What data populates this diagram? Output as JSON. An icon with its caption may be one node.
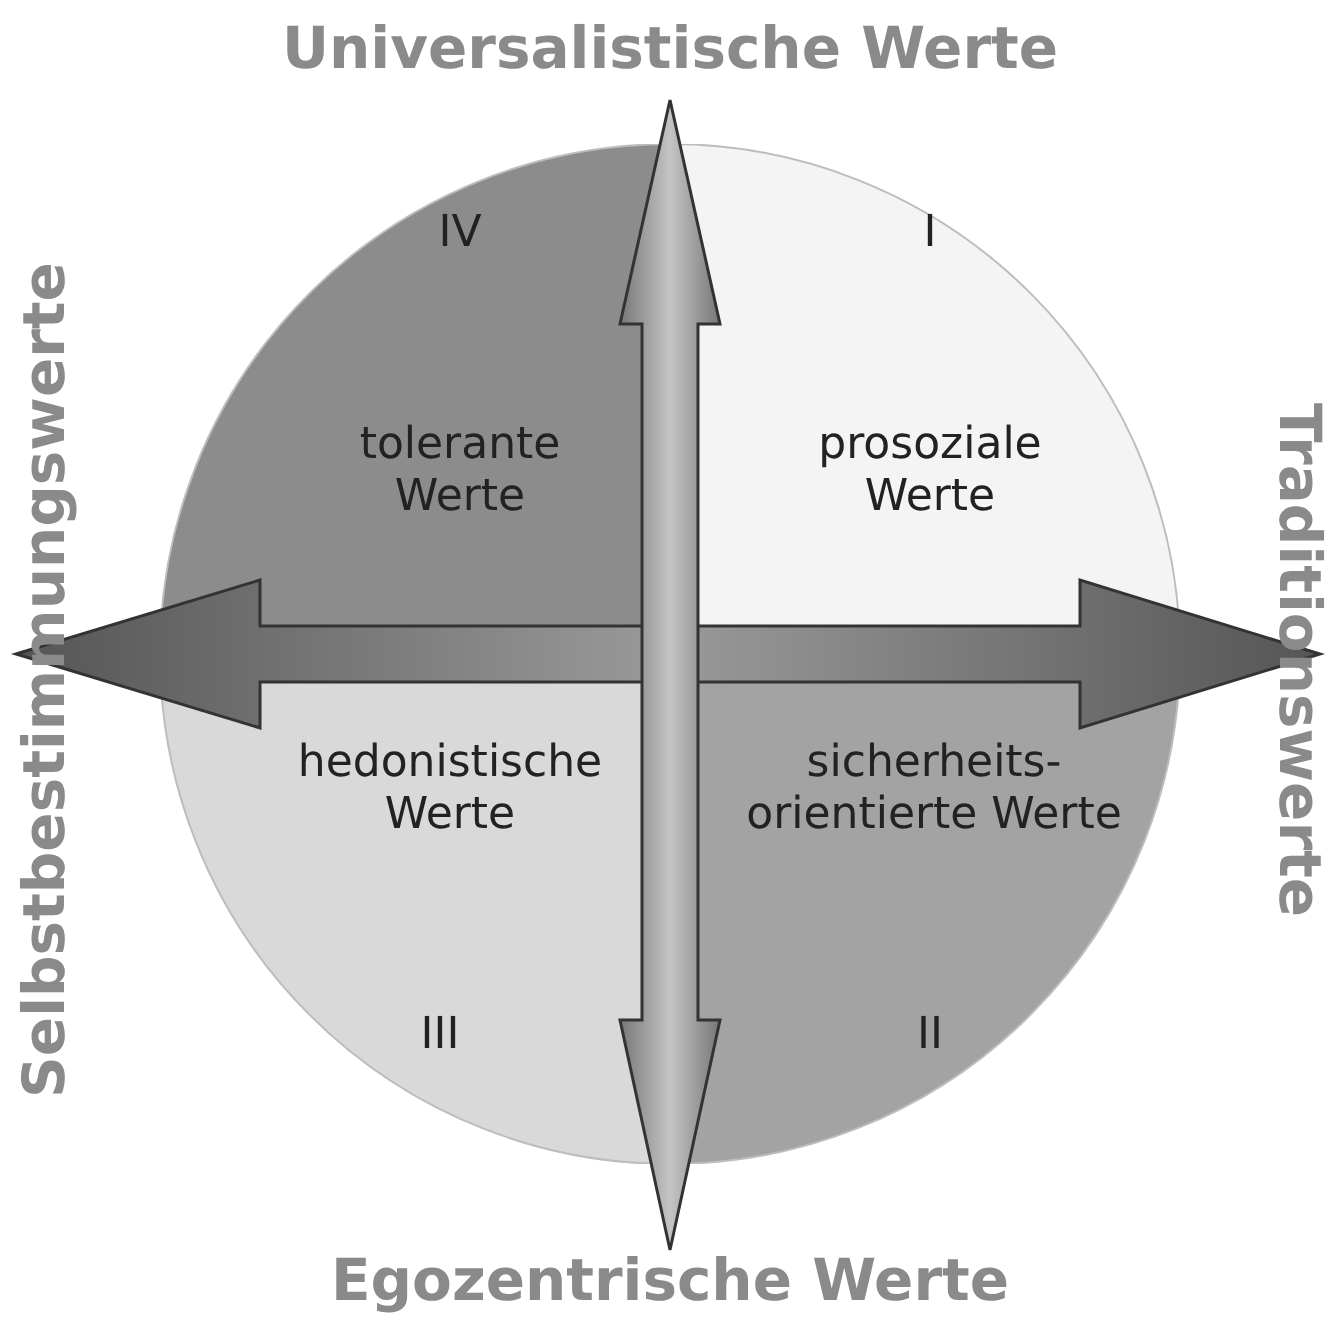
{
  "diagram": {
    "nodes": [
      {
        "text": [
          "IV",
          "tolerante Werte"
        ]
      },
      {
        "text": [
          "I",
          "prosoziale Werte"
        ]
      },
      {
        "text": [
          "hedonistische Werte",
          "III"
        ]
      },
      {
        "text": [
          "sicherheits-orientierte Werte",
          "II"
        ]
      }
    ],
    "labels": [
      "Universalistische Werte",
      "Selbstbestimmungswerte",
      "Traditionswerte",
      "Egozentrische Werte"
    ]
  }
}
